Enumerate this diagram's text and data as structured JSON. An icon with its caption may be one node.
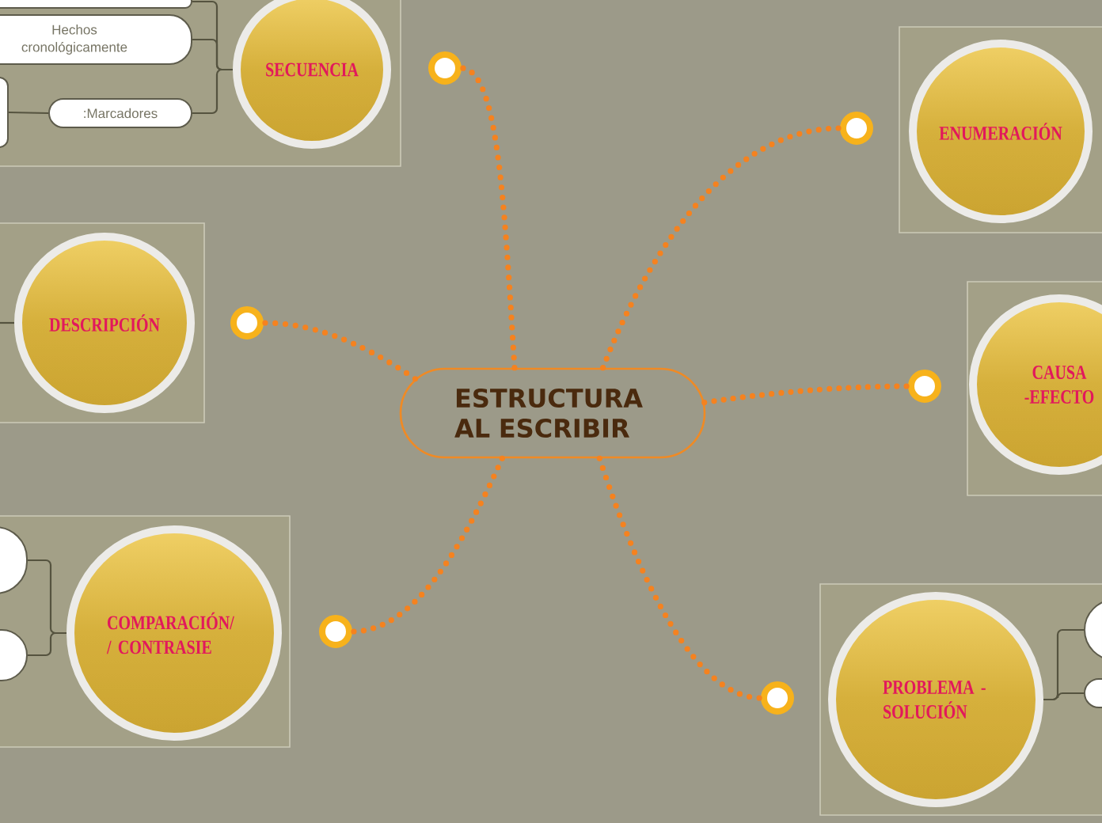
{
  "diagram": {
    "nodes": [
      {
        "text": [
          "ESTRUCTURA AL ESCRIBIR"
        ]
      },
      {
        "text": [],
        "shape": "circle"
      },
      {
        "text": [
          "SECUENCIA"
        ]
      },
      {
        "text": [],
        "shape": "box"
      },
      {
        "text": [
          "Hechos cronológicamente"
        ]
      },
      {
        "text": [
          ":Marcadores"
        ]
      },
      {
        "text": [],
        "shape": "box"
      },
      {
        "text": [],
        "shape": "circle"
      },
      {
        "text": [
          "ENUMERACIÓN"
        ]
      },
      {
        "text": [],
        "shape": "circle"
      },
      {
        "text": [
          "DESCRIPCIÓN"
        ]
      },
      {
        "text": [],
        "shape": "circle"
      },
      {
        "text": [
          "CAUSA -EFECTO"
        ]
      },
      {
        "text": [],
        "shape": "circle"
      },
      {
        "text": [
          "COMPARACIÓN/ / CONTRASIE"
        ]
      },
      {
        "text": [],
        "shape": "box"
      },
      {
        "text": [],
        "shape": "box"
      },
      {
        "text": [],
        "shape": "circle"
      },
      {
        "text": [
          "PROBLEMA - SOLUCIÓN"
        ]
      },
      {
        "text": [],
        "shape": "box"
      },
      {
        "text": [],
        "shape": "box"
      }
    ],
    "edges": [
      {
        "from": 0,
        "to": 1,
        "arrow": "none",
        "style": "dashed",
        "color": "#f5821f"
      },
      {
        "from": 0,
        "to": 7,
        "arrow": "none",
        "style": "dashed",
        "color": "#f5821f"
      },
      {
        "from": 0,
        "to": 9,
        "arrow": "none",
        "style": "dashed",
        "color": "#f5821f"
      },
      {
        "from": 0,
        "to": 11,
        "arrow": "none",
        "style": "dashed",
        "color": "#f5821f"
      },
      {
        "from": 0,
        "to": 13,
        "arrow": "none",
        "style": "dashed",
        "color": "#f5821f"
      },
      {
        "from": 0,
        "to": 17,
        "arrow": "none",
        "style": "dashed",
        "color": "#f5821f"
      },
      {
        "from": 2,
        "to": 3,
        "arrow": "none"
      },
      {
        "from": 2,
        "to": 4,
        "arrow": "none"
      },
      {
        "from": 2,
        "to": 5,
        "arrow": "none"
      },
      {
        "from": 5,
        "to": 6,
        "arrow": "none"
      },
      {
        "from": 10,
        "to": null,
        "arrow": "none"
      },
      {
        "from": 14,
        "to": 15,
        "arrow": "none"
      },
      {
        "from": 14,
        "to": 16,
        "arrow": "none"
      },
      {
        "from": 18,
        "to": 19,
        "arrow": "none"
      },
      {
        "from": 18,
        "to": 20,
        "arrow": "none"
      }
    ]
  }
}
